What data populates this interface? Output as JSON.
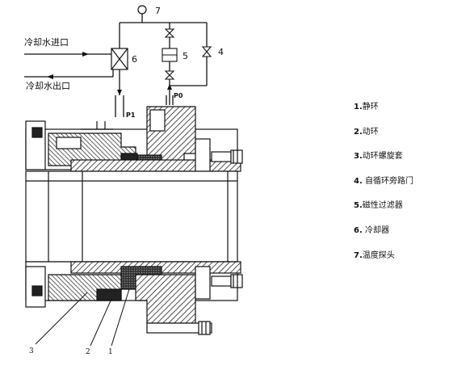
{
  "piping": {
    "inlet_label": "冷却水进口",
    "outlet_label": "冷却水出口",
    "cooler_number": "6",
    "sensor_number": "7",
    "filter_number": "5",
    "valve_number": "4",
    "flow_left_label": "P1",
    "flow_right_label": "P0"
  },
  "legend": {
    "items": [
      {
        "num": "1.",
        "text": "静环"
      },
      {
        "num": "2.",
        "text": "动环"
      },
      {
        "num": "3.",
        "text": "动环螺旋套"
      },
      {
        "num": "4.",
        "text": " 自循环旁路门"
      },
      {
        "num": "5.",
        "text": "磁性过滤器"
      },
      {
        "num": "6.",
        "text": " 冷却器"
      },
      {
        "num": "7.",
        "text": "温度探头"
      }
    ]
  },
  "callouts": {
    "part3": "3",
    "part2": "2",
    "part1": "1"
  },
  "icons": {
    "sensor": "temperature-gauge-icon",
    "valve": "gate-valve-icon",
    "filter": "magnetic-filter-icon",
    "cooler": "heat-exchanger-icon"
  }
}
